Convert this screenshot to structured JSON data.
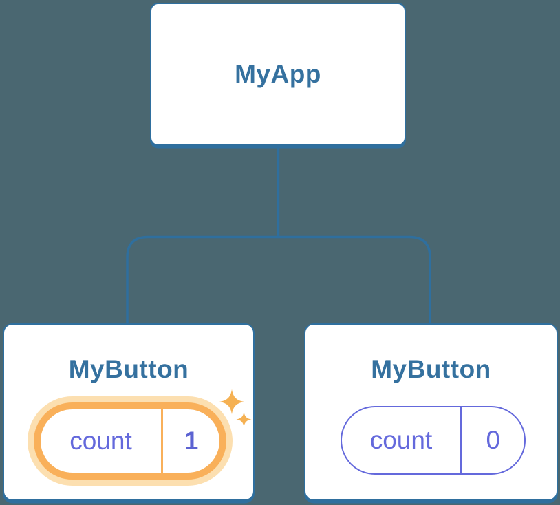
{
  "diagram_title": "React component tree with state",
  "colors": {
    "background": "#4A6771",
    "node_fill": "#FFFFFF",
    "node_border": "#2F6F9E",
    "node_text": "#35719F",
    "connector": "#2F6F9E",
    "state_purple": "#6469DC",
    "state_value_purple": "#5C63D2",
    "highlight_orange": "#F9B05A",
    "highlight_halo": "#FCDFB0",
    "sparkle": "#F5B153"
  },
  "tree": {
    "root": {
      "label": "MyApp"
    },
    "children": [
      {
        "label": "MyButton",
        "state": {
          "key": "count",
          "value": "1"
        },
        "highlighted": true
      },
      {
        "label": "MyButton",
        "state": {
          "key": "count",
          "value": "0"
        },
        "highlighted": false
      }
    ]
  }
}
